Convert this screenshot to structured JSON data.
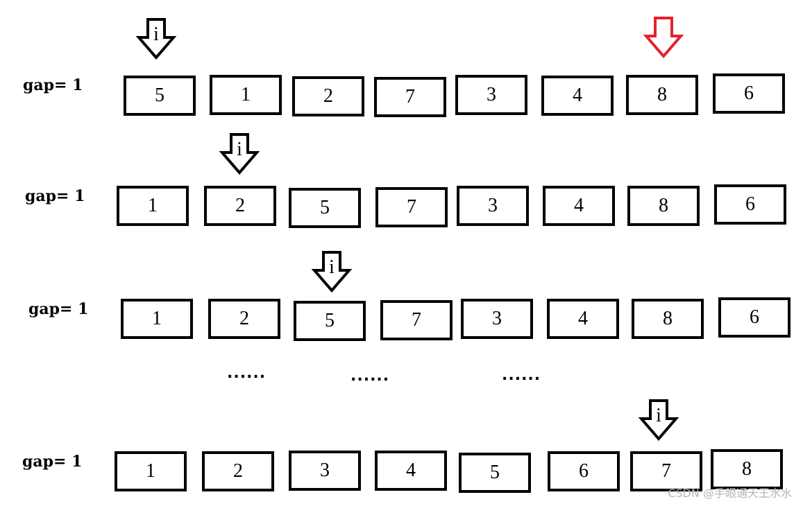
{
  "colors": {
    "box_border": "#000000",
    "arrow_default": "#000000",
    "arrow_highlight": "#e8202a",
    "watermark": "#b4b4b4"
  },
  "rows": [
    {
      "gap_label": "gap= 1",
      "values": [
        "5",
        "1",
        "2",
        "7",
        "3",
        "4",
        "8",
        "6"
      ],
      "arrows": [
        {
          "label": "i",
          "color": "#000000",
          "index": 0
        },
        {
          "label": "",
          "color": "#e8202a",
          "index": 6
        }
      ]
    },
    {
      "gap_label": "gap= 1",
      "values": [
        "1",
        "2",
        "5",
        "7",
        "3",
        "4",
        "8",
        "6"
      ],
      "arrows": [
        {
          "label": "i",
          "color": "#000000",
          "index": 1
        }
      ]
    },
    {
      "gap_label": "gap= 1",
      "values": [
        "1",
        "2",
        "5",
        "7",
        "3",
        "4",
        "8",
        "6"
      ],
      "arrows": [
        {
          "label": "i",
          "color": "#000000",
          "index": 2
        }
      ]
    },
    {
      "gap_label": "gap= 1",
      "values": [
        "1",
        "2",
        "3",
        "4",
        "5",
        "6",
        "7",
        "8"
      ],
      "arrows": [
        {
          "label": "i",
          "color": "#000000",
          "index": 6
        }
      ]
    }
  ],
  "ellipses": [
    "......",
    "......",
    "......"
  ],
  "watermark": "CSDN @手眼通天王水水"
}
